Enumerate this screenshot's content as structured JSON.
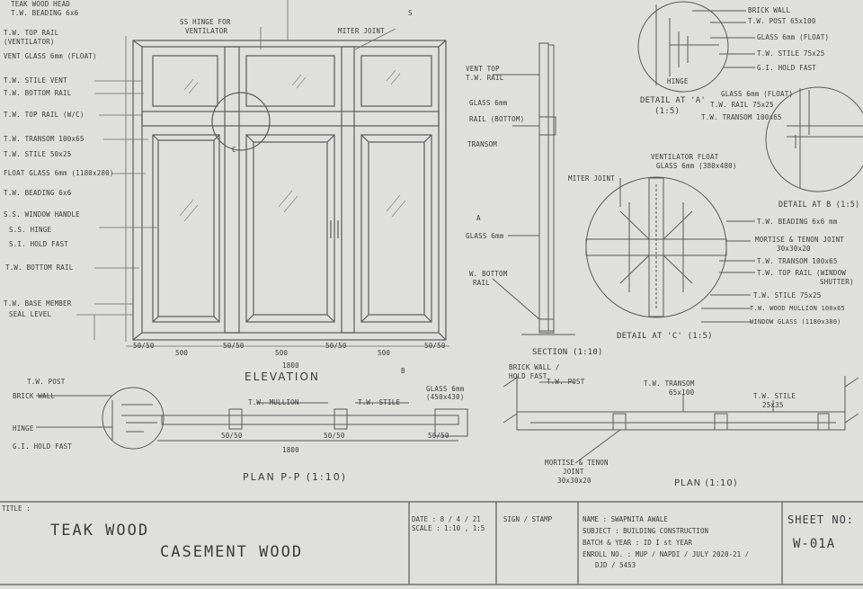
{
  "elevation": {
    "title": "ELEVATION",
    "top_labels": {
      "head": "TEAK WOOD HEAD",
      "beading": "T.W. BEADING 6x6",
      "ss_hinge": "SS HINGE FOR",
      "ss_hinge2": "VENTILATOR",
      "miter": "MITER JOINT",
      "marker_s": "S"
    },
    "left_labels": [
      "T.W. TOP RAIL",
      "(VENTILATOR)",
      "VENT GLASS 6mm (FLOAT)",
      "T.W. STILE VENT",
      "T.W. BOTTOM RAIL",
      "T.W. TOP RAIL (W/C)",
      "T.W. TRANSOM 100x65",
      "T.W. STILE 50x25",
      "FLOAT GLASS 6mm (1180x280)",
      "T.W. BEADING 6x6",
      "S.S. WINDOW HANDLE",
      "S.S. HINGE",
      "S.I. HOLD FAST",
      "T.W. BOTTOM RAIL",
      "T.W. BASE MEMBER",
      "SEAL LEVEL"
    ],
    "dims": [
      "50/50",
      "500",
      "50/50",
      "500",
      "50/50",
      "500",
      "50/50"
    ],
    "overall": "1800",
    "marker_c": "C",
    "marker_b": "B",
    "marker_a": "A"
  },
  "section": {
    "title": "SECTION (1:10)",
    "labels": [
      "VENT TOP",
      "T.W. RAIL",
      "GLASS 6mm",
      "RAIL (BOTTOM)",
      "TRANSOM",
      "GLASS 6mm",
      "W. BOTTOM",
      "RAIL"
    ]
  },
  "detail_a": {
    "title": "DETAIL AT 'A'",
    "scale": "(1:5)",
    "labels": [
      "BRICK WALL",
      "T.W. POST 65x100",
      "GLASS 6mm (FLOAT)",
      "T.W. STILE 75x25",
      "G.I. HOLD FAST",
      "HINGE"
    ]
  },
  "detail_b": {
    "title": "DETAIL AT B (1:5)",
    "labels": [
      "GLASS 6mm (FLOAT)",
      "T.W. RAIL 75x25",
      "T.W. TRANSOM 100x65"
    ]
  },
  "detail_c": {
    "title": "DETAIL AT 'C' (1:5)",
    "labels_left": [
      "VENTILATOR FLOAT",
      "GLASS 6mm (380x480)",
      "MITER JOINT"
    ],
    "labels_right": [
      "T.W. BEADING 6x6 mm",
      "MORTISE & TENON JOINT",
      "30x30x20",
      "T.W. TRANSOM 100x65",
      "T.W. TOP RAIL (WINDOW",
      "SHUTTER)",
      "T.W. STILE 75x25",
      "T.W. WOOD MULLION 100x65",
      "WINDOW GLASS (1180x380)"
    ]
  },
  "plan_pp": {
    "title": "PLAN P-P (1:10)",
    "labels": [
      "T.W. POST",
      "BRICK WALL",
      "HINGE",
      "G.I. HOLD FAST",
      "T.W. MULLION",
      "T.W. STILE",
      "GLASS 6mm",
      "(450x430)"
    ],
    "dims": [
      "50/50",
      "50/50",
      "50/50"
    ],
    "overall": "1800"
  },
  "plan": {
    "title": "PLAN (1:10)",
    "labels": [
      "BRICK WALL /",
      "HOLD FAST",
      "T.W. POST",
      "T.W. TRANSOM",
      "65x100",
      "T.W. STILE",
      "25x35",
      "MORTISE & TENON",
      "JOINT",
      "30x30x20"
    ]
  },
  "title_block": {
    "title_label": "TITLE :",
    "title_line1": "TEAK   WOOD",
    "title_line2": "CASEMENT   WOOD",
    "date": "DATE : 8 / 4 / 21",
    "scale": "SCALE : 1:10 , 1:5",
    "sign": "SIGN / STAMP",
    "name": "NAME : SWAPNITA AWALE",
    "subject": "SUBJECT : BUILDING CONSTRUCTION",
    "batch": "BATCH & YEAR : ID  I st YEAR",
    "enroll": "ENROLL NO. : MUP / NAPDI / JULY 2020-21 /",
    "enroll2": "DJD / 5453",
    "sheet_label": "SHEET NO:",
    "sheet_no": "W-01A"
  }
}
